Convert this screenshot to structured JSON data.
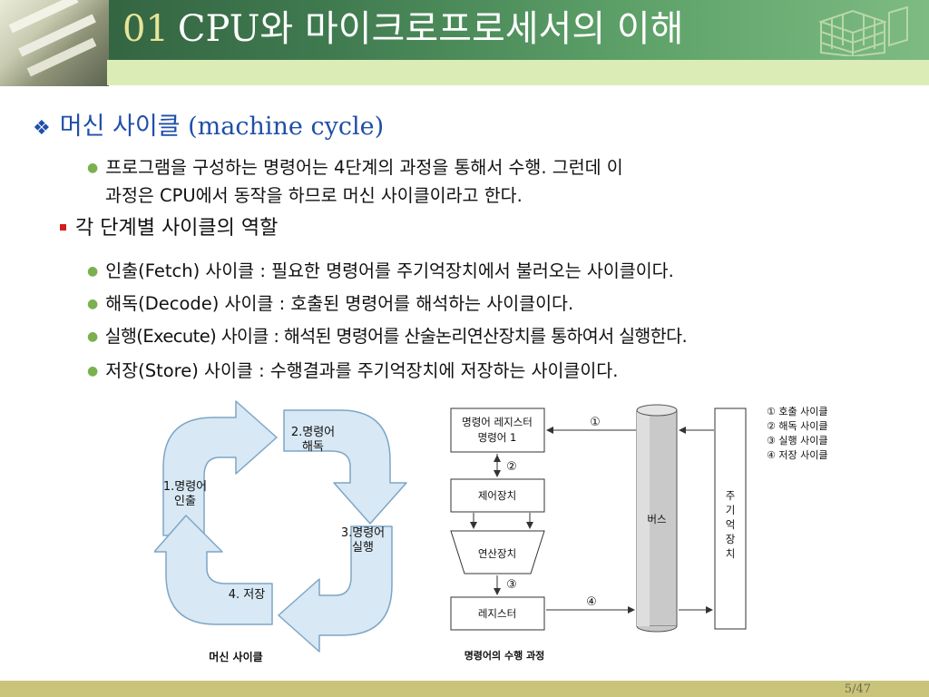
{
  "header": {
    "number": "01",
    "title": "CPU와 마이크로프로세서의 이해"
  },
  "section": {
    "title_ko": "머신 사이클",
    "title_en": "(machine cycle)"
  },
  "intro": {
    "line1": "프로그램을 구성하는 명령어는 4단계의 과정을 통해서 수행. 그런데 이",
    "line2": "과정은 CPU에서 동작을 하므로 머신 사이클이라고 한다."
  },
  "roles_heading": "각 단계별 사이클의 역할",
  "roles": [
    "인출(Fetch) 사이클 : 필요한 명령어를 주기억장치에서 불러오는 사이클이다.",
    "해독(Decode) 사이클 : 호출된 명령어를 해석하는 사이클이다.",
    "실행(Execute) 사이클 : 해석된 명령어를 산술논리연산장치를 통하여서 실행한다.",
    "저장(Store) 사이클 : 수행결과를 주기억장치에 저장하는 사이클이다."
  ],
  "cycle_diagram": {
    "caption": "머신 사이클",
    "steps": [
      {
        "label_top": "1.명령어",
        "label_bottom": "인출"
      },
      {
        "label_top": "2.명령어",
        "label_bottom": "해독"
      },
      {
        "label_top": "3.명령어",
        "label_bottom": "실행"
      },
      {
        "label_top": "4. 저장",
        "label_bottom": ""
      }
    ],
    "color": "#d8e8f4"
  },
  "process_diagram": {
    "caption": "명령어의 수행 과정",
    "instruction_register_line1": "명령어 레지스터",
    "instruction_register_line2": "명령어 1",
    "control_unit": "제어장치",
    "alu": "연산장치",
    "register": "레지스터",
    "bus": "버스",
    "memory": [
      "주",
      "기",
      "억",
      "장",
      "치"
    ],
    "markers": {
      "m1": "①",
      "m2": "②",
      "m3": "③",
      "m4": "④"
    },
    "legend": [
      "① 호출 사이클",
      "② 해독 사이클",
      "③ 실행 사이클",
      "④ 저장 사이클"
    ]
  },
  "footer": {
    "page": "5/47"
  }
}
